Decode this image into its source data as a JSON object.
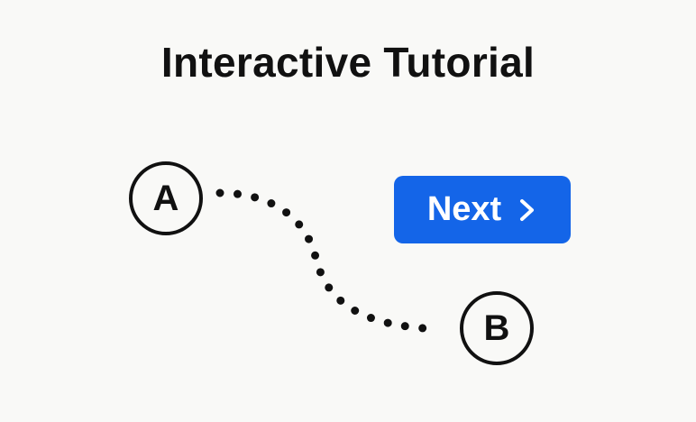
{
  "tutorial": {
    "title": "Interactive Tutorial",
    "start_point_label": "A",
    "end_point_label": "B",
    "next_button_label": "Next",
    "next_button_icon": "chevron-right-icon",
    "path_style": "dotted"
  },
  "colors": {
    "background": "#f9f9f7",
    "text": "#111111",
    "accent": "#1465e8",
    "button_text": "#ffffff"
  }
}
